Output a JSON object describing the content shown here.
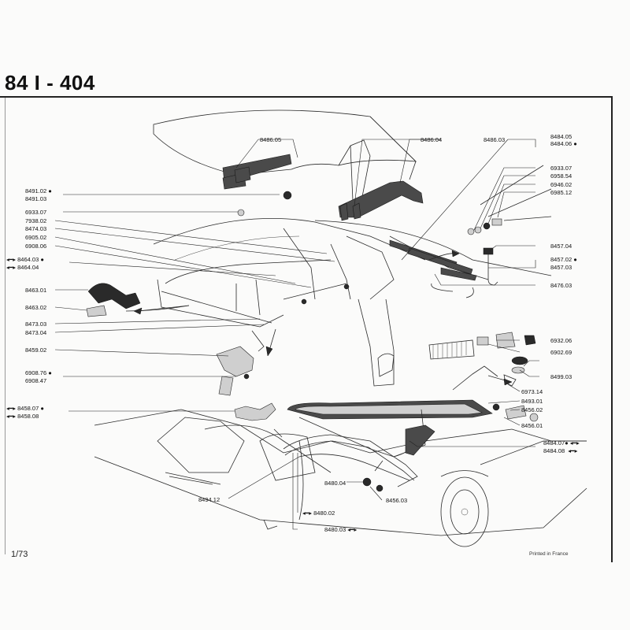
{
  "header": {
    "title": "84 I - 404"
  },
  "footer": {
    "page": "1/73",
    "printed": "Printed in France"
  },
  "labels": {
    "p8486_05": "8486.05",
    "p8486_04": "8486.04",
    "p8486_03": "8486.03",
    "p8484_05": "8484.05",
    "p8484_06": "8484.06",
    "p6933_07r": "6933.07",
    "p6958_54": "6958.54",
    "p6946_02": "6946.02",
    "p6985_12": "6985.12",
    "p8491_02": "8491.02",
    "p8491_03": "8491.03",
    "p6933_07l": "6933.07",
    "p7938_02": "7938.02",
    "p8474_03": "8474.03",
    "p6905_02": "6905.02",
    "p6908_06": "6908.06",
    "p8457_04": "8457.04",
    "p8457_02": "8457.02",
    "p8457_03": "8457.03",
    "p8464_03": "8464.03",
    "p8464_04": "8464.04",
    "p8476_03": "8476.03",
    "p8463_01": "8463.01",
    "p8463_02": "8463.02",
    "p8473_03": "8473.03",
    "p8473_04": "8473.04",
    "p8459_02": "8459.02",
    "p6932_06": "6932.06",
    "p6902_69": "6902.69",
    "p8499_03": "8499.03",
    "p6908_76": "6908.76",
    "p6908_47": "6908.47",
    "p6973_14": "6973.14",
    "p8493_01": "8493.01",
    "p8458_07": "8458.07",
    "p8458_08": "8458.08",
    "p8456_02": "8456.02",
    "p8456_01": "8456.01",
    "p8484_07": "8484.07",
    "p8484_08": "8484.08",
    "p8480_04": "8480.04",
    "p8456_03": "8456.03",
    "p8494_12": "8494.12",
    "p8480_02": "8480.02",
    "p8480_03": "8480.03"
  }
}
